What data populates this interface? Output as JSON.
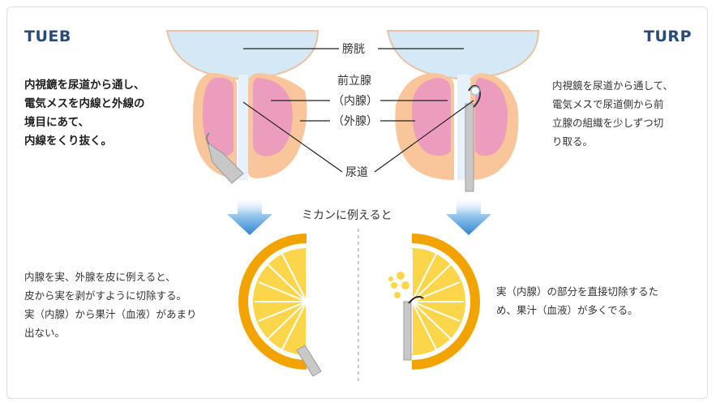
{
  "left_heading": "TUEB",
  "right_heading": "TURP",
  "left_description": [
    "内視鏡を尿道から通し、",
    "電気メスを内線と外線の",
    "境目にあて、",
    "内線をくり抜く。"
  ],
  "right_description": [
    "内視鏡を尿道から通して、",
    "電気メスで尿道側から前",
    "立腺の組織を少しずつ切",
    "り取る。"
  ],
  "labels": {
    "bladder": "膀胱",
    "prostate": "前立腺",
    "inner_gland": "（内腺）",
    "outer_gland": "（外腺）",
    "urethra": "尿道"
  },
  "orange_caption": "ミカンに例えると",
  "bottom_left_description": [
    "内腺を実、外腺を皮に例えると、",
    "皮から実を剥がすように切除する。",
    "実（内腺）から果汁（血液）があまり",
    "出ない。"
  ],
  "bottom_right_description": [
    "実（内腺）の部分を直接切除するた",
    "め、果汁（血液）が多くでる。"
  ],
  "colors": {
    "heading": "#2a4a78",
    "bladder": "#d5e8f5",
    "outer_gland": "#f8c69a",
    "inner_gland": "#ec9cbc",
    "orange_peel": "#f2a300",
    "orange_pulp": "#fbd64a",
    "arrow": "#3d8fd6"
  }
}
